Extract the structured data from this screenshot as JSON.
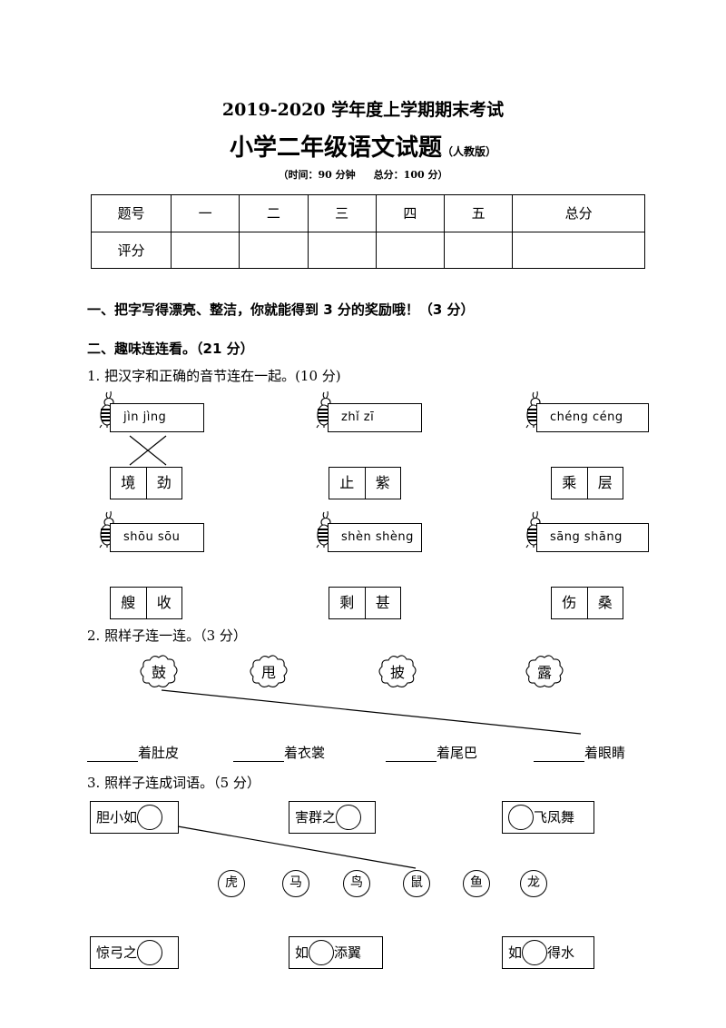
{
  "header": {
    "exam_title": "2019-2020 学年度上学期期末考试",
    "paper_title": "小学二年级语文试题",
    "edition": "（人教版）",
    "time": "（时间：90 分钟",
    "total": "总分：100 分）"
  },
  "score_table": {
    "headers": [
      "题号",
      "一",
      "二",
      "三",
      "四",
      "五",
      "总分"
    ],
    "row_label": "评分"
  },
  "section1": {
    "title": "一、把字写得漂亮、整洁，你就能得到 3 分的奖励哦！（3 分）"
  },
  "section2": {
    "title": "二、趣味连连看。（21 分）",
    "q1": {
      "prompt": "1. 把汉字和正确的音节连在一起。(10 分)",
      "groups": [
        {
          "pinyin": "jìn jìng",
          "chars": [
            "境",
            "劲"
          ]
        },
        {
          "pinyin": "zhǐ zī",
          "chars": [
            "止",
            "紫"
          ]
        },
        {
          "pinyin": "chéng céng",
          "chars": [
            "乘",
            "层"
          ]
        },
        {
          "pinyin": "shōu sōu",
          "chars": [
            "艘",
            "收"
          ]
        },
        {
          "pinyin": "shèn shèng",
          "chars": [
            "剩",
            "甚"
          ]
        },
        {
          "pinyin": "sāng shāng",
          "chars": [
            "伤",
            "桑"
          ]
        }
      ]
    },
    "q2": {
      "prompt": "2.   照样子连一连。（3 分）",
      "verbs": [
        "鼓",
        "甩",
        "披",
        "露"
      ],
      "phrases": [
        "着肚皮",
        "着衣裳",
        "着尾巴",
        "着眼睛"
      ]
    },
    "q3": {
      "prompt": "3. 照样子连成词语。（5 分）",
      "top_idioms": [
        {
          "before": "胆小如",
          "after": ""
        },
        {
          "before": "害群之",
          "after": ""
        },
        {
          "before": "",
          "after": "飞凤舞"
        }
      ],
      "animals": [
        "虎",
        "马",
        "鸟",
        "鼠",
        "鱼",
        "龙"
      ],
      "bottom_idioms": [
        {
          "before": "惊弓之",
          "after": ""
        },
        {
          "before": "如",
          "after": "添翼"
        },
        {
          "before": "如",
          "after": "得水"
        }
      ]
    }
  }
}
